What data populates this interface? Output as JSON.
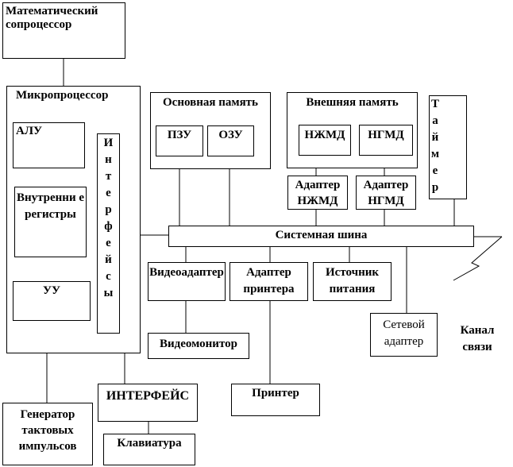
{
  "nodes": {
    "math_coprocessor": "Математический сопроцессор",
    "microprocessor": "Микропроцессор",
    "alu": "АЛУ",
    "internal_registers": "Внутренни е регистры",
    "control_unit": "УУ",
    "interfaces_vertical": "И\nн\nт\nе\nр\nф\nе\nй\nс\nы",
    "main_memory": "Основная память",
    "rom": "ПЗУ",
    "ram": "ОЗУ",
    "external_memory": "Внешняя память",
    "hdd": "НЖМД",
    "fdd": "НГМД",
    "hdd_adapter": "Адаптер НЖМД",
    "fdd_adapter": "Адаптер НГМД",
    "timer_vertical": "Т\nа\nй\nм\nе\nр",
    "system_bus": "Системная шина",
    "video_adapter": "Видеоадаптер",
    "printer_adapter": "Адаптер принтера",
    "power_supply": "Источник питания",
    "network_adapter": "Сетевой адаптер",
    "comm_channel": "Канал связи",
    "video_monitor": "Видеомонитор",
    "printer": "Принтер",
    "clock_generator": "Генератор тактовых импульсов",
    "interface": "ИНТЕРФЕЙС",
    "keyboard": "Клавиатура"
  }
}
